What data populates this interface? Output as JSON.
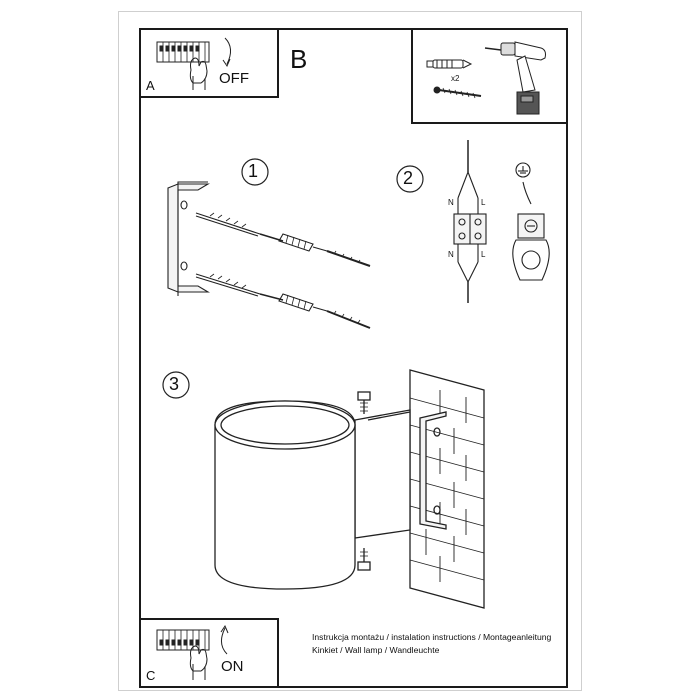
{
  "panels": {
    "a": {
      "letter": "A",
      "action": "OFF"
    },
    "b": {
      "letter": "B"
    },
    "tools": {
      "count": "x2"
    },
    "c": {
      "letter": "C",
      "action": "ON"
    }
  },
  "steps": {
    "step1": "1",
    "step2": "2",
    "step3": "3"
  },
  "wiring": {
    "neutral": "N",
    "live": "L"
  },
  "caption": {
    "line1": "Instrukcja montażu / instalation instructions / Montageanleitung",
    "line2": "Kinkiet / Wall lamp / Wandleuchte"
  }
}
